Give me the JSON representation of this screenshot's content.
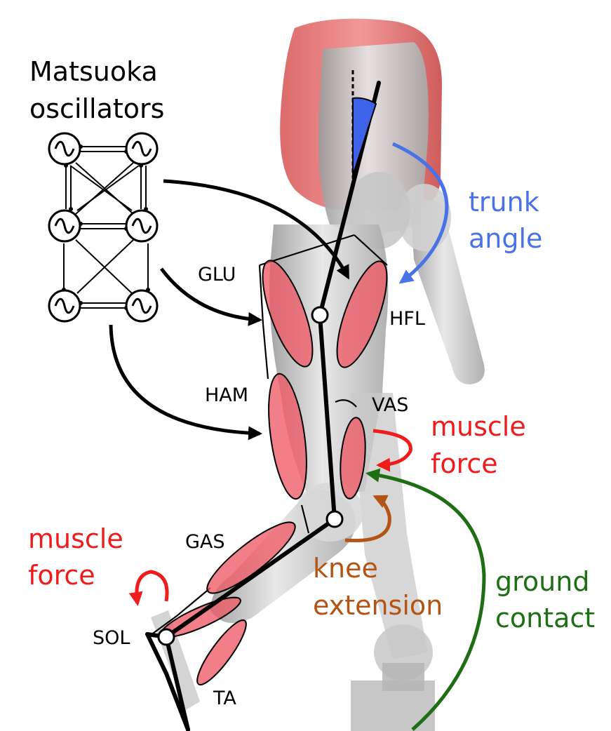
{
  "title": {
    "line1": "Matsuoka",
    "line2": "oscillators"
  },
  "muscles": {
    "glu": "GLU",
    "hfl": "HFL",
    "ham": "HAM",
    "vas": "VAS",
    "gas": "GAS",
    "sol": "SOL",
    "ta": "TA"
  },
  "annotations": {
    "trunk_angle": {
      "line1": "trunk",
      "line2": "angle",
      "color": "#4a72e8"
    },
    "muscle_force_right": {
      "line1": "muscle",
      "line2": "force",
      "color": "#ee1c1c"
    },
    "muscle_force_left": {
      "line1": "muscle",
      "line2": "force",
      "color": "#ee1c1c"
    },
    "knee_extension": {
      "line1": "knee",
      "line2": "extension",
      "color": "#b35414"
    },
    "ground_contact": {
      "line1": "ground",
      "line2": "contact",
      "color": "#1e6e14"
    }
  },
  "colors": {
    "muscle_fill": "#ee5a66",
    "helmet": "#e06b6b",
    "robot_body": "#cfcfcf",
    "skeleton": "#000000"
  },
  "oscillator_count": 6,
  "oscillator_icon": "sine-wave-icon"
}
